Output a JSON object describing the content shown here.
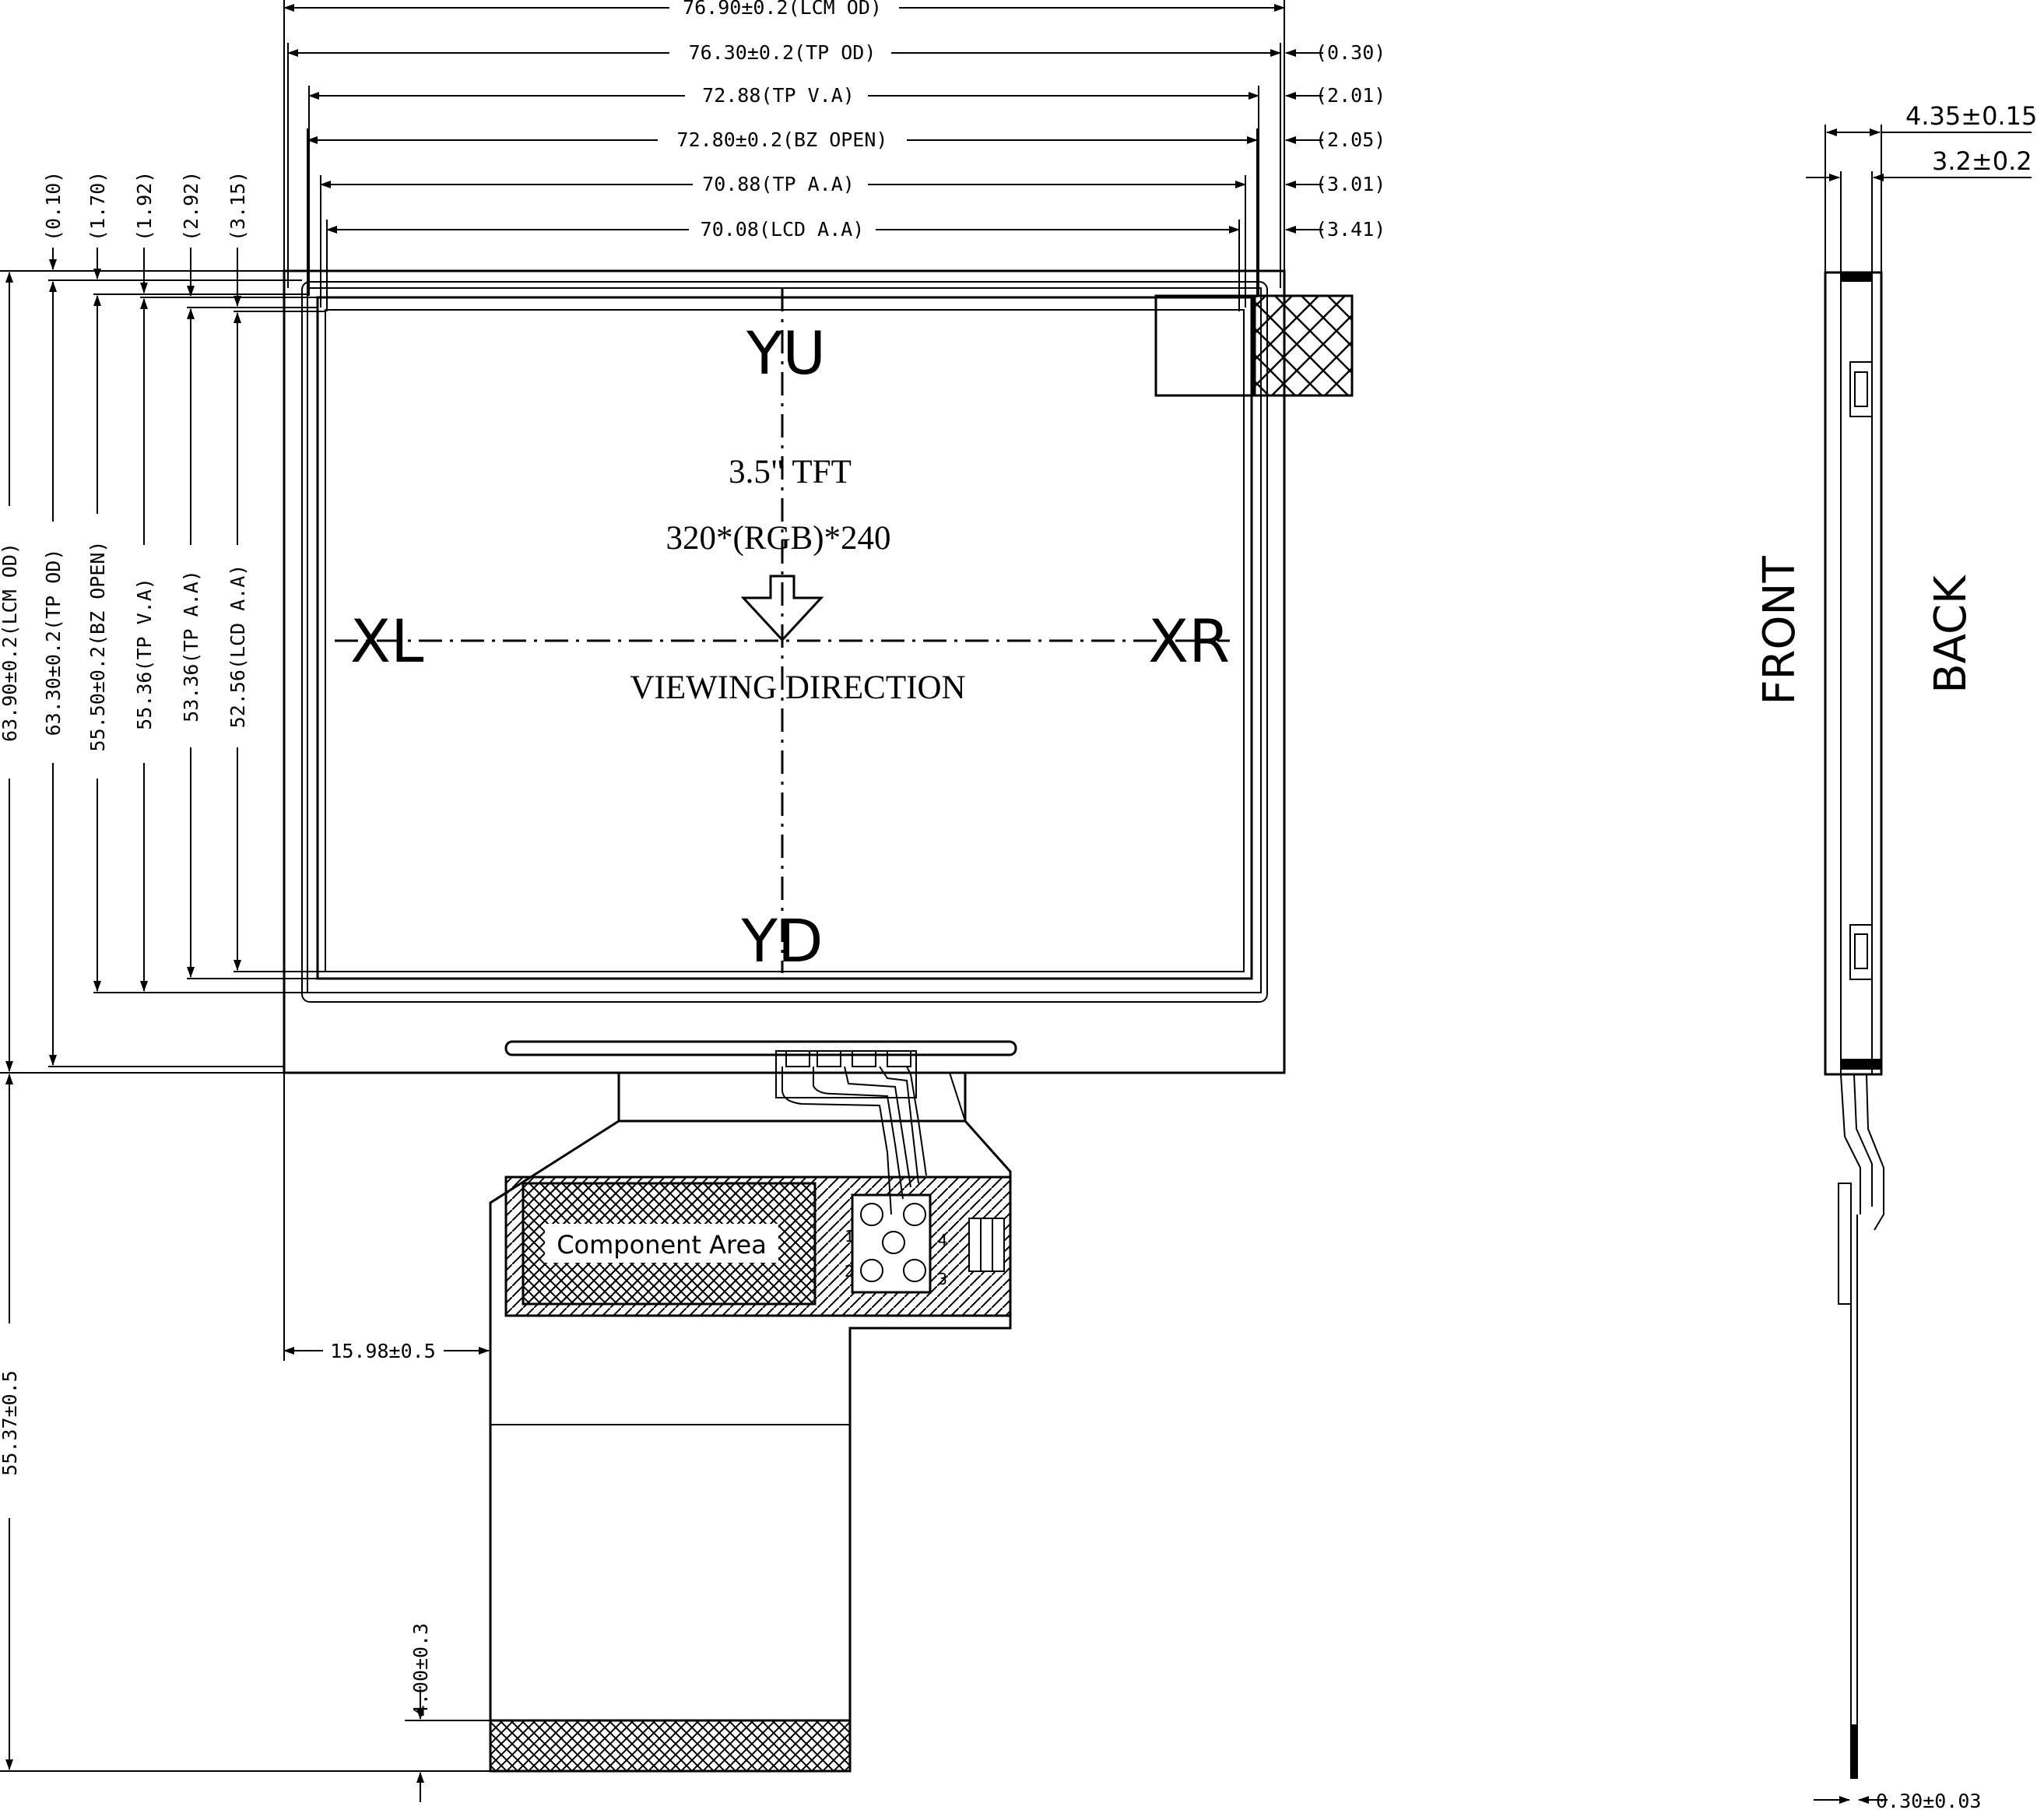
{
  "labels": {
    "yu": "YU",
    "yd": "YD",
    "xl": "XL",
    "xr": "XR",
    "size": "3.5\" TFT",
    "resolution": "320*(RGB)*240",
    "viewing": "VIEWING DIRECTION",
    "component_area": "Component Area",
    "front": "FRONT",
    "back": "BACK"
  },
  "dims_top": [
    "76.90±0.2(LCM OD)",
    "76.30±0.2(TP OD)",
    "72.88(TP V.A)",
    "72.80±0.2(BZ OPEN)",
    "70.88(TP A.A)",
    "70.08(LCD A.A)"
  ],
  "dims_right": [
    "(0.30)",
    "(2.01)",
    "(2.05)",
    "(3.01)",
    "(3.41)"
  ],
  "dims_left_offsets": [
    "(0.10)",
    "(1.70)",
    "(1.92)",
    "(2.92)",
    "(3.15)"
  ],
  "dims_left": [
    "63.90±0.2(LCM OD)",
    "63.30±0.2(TP OD)",
    "55.50±0.2(BZ OPEN)",
    "55.36(TP V.A)",
    "53.36(TP A.A)",
    "52.56(LCD A.A)"
  ],
  "dims_other": {
    "fpc_offset": "15.98±0.5",
    "fpc_length": "55.37±0.5",
    "stiffener": "4.00±0.3",
    "total_thickness": "4.35±0.15",
    "module_thickness": "3.2±0.2",
    "fpc_thickness": "0.30±0.03"
  },
  "pins": [
    "1",
    "2",
    "3",
    "4"
  ]
}
